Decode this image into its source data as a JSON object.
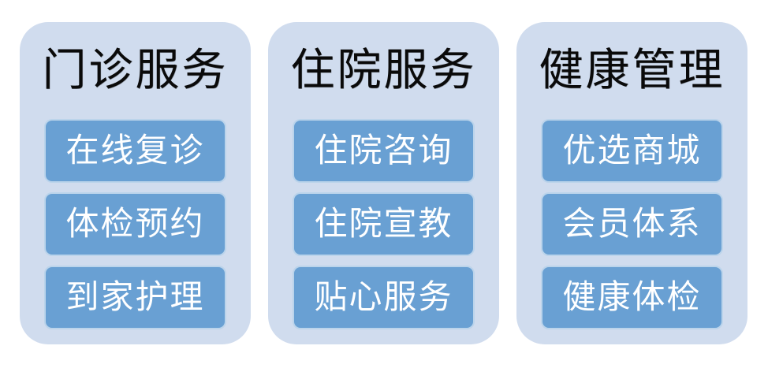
{
  "colors": {
    "card_bg": "#d0dcee",
    "button_bg": "#69a0d3",
    "button_border": "rgba(255,255,255,0.55)",
    "title_color": "#0a0a0a",
    "button_text_color": "#ffffff",
    "page_bg": "#ffffff"
  },
  "columns": [
    {
      "title": "门诊服务",
      "items": [
        "在线复诊",
        "体检预约",
        "到家护理"
      ]
    },
    {
      "title": "住院服务",
      "items": [
        "住院咨询",
        "住院宣教",
        "贴心服务"
      ]
    },
    {
      "title": "健康管理",
      "items": [
        "优选商城",
        "会员体系",
        "健康体检"
      ]
    }
  ]
}
